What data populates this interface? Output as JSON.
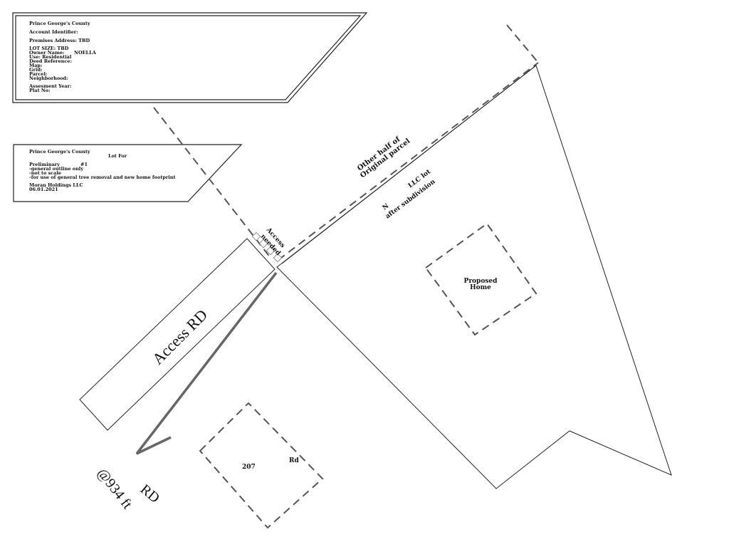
{
  "account_box": {
    "county": "Prince George's County",
    "account_identifier": "Account Identifier:",
    "premises_address": "Premises Address: TBD",
    "lot_size": "LOT SIZE: TBD",
    "owner_name_label": "Owner Name:",
    "owner_name_value": "NOELLA",
    "use": "Use: Residential",
    "deed_reference": "Deed Reference:",
    "map": "Map:",
    "grid": "Grid:",
    "parcel": "Parcel:",
    "neighborhood": "Neighborhood:",
    "assessment_year": "Assesment Year:",
    "plat_no": "Plat No:"
  },
  "prelim_box": {
    "county": "Prince George's County",
    "lot_for": "Lot For",
    "preliminary": "Preliminary",
    "number": "#1",
    "note1": "-general outline only",
    "note2": "-not to scale",
    "note3": "-for use of general tree removal and new home footprint",
    "company": "Moran Holdings LLC",
    "date": "06.01.2021"
  },
  "labels": {
    "access_needed_1": "Access",
    "access_needed_2": "needed",
    "other_half_1": "Other half of",
    "other_half_2": "Original parcel",
    "llc_lot": "LLC lot",
    "n_mark": "N",
    "after_subdivision": "after subdivision",
    "proposed_1": "Proposed",
    "proposed_2": "Home",
    "access_rd": "Access RD",
    "lot_207": "207",
    "rd_small": "Rd",
    "distance": "@934 ft",
    "rd_big": "RD"
  }
}
